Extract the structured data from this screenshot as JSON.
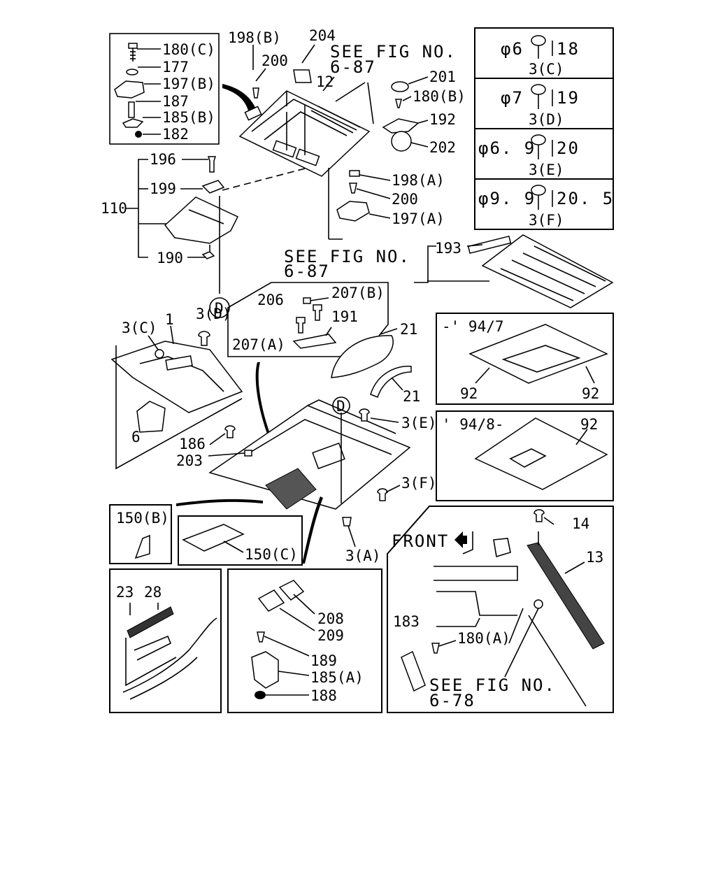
{
  "colors": {
    "ink": "#000000",
    "paper": "#ffffff"
  },
  "refs": {
    "fig_6_87_a": "SEE FIG NO.",
    "fig_6_87_a_num": "6-87",
    "fig_6_87_b": "SEE FIG NO.",
    "fig_6_87_b_num": "6-87",
    "fig_6_78": "SEE FIG NO.",
    "fig_6_78_num": "6-78",
    "front": "FRONT"
  },
  "callouts": {
    "c180C": "180(C)",
    "c177": "177",
    "c197B": "197(B)",
    "c187": "187",
    "c185B": "185(B)",
    "c182": "182",
    "c198B": "198(B)",
    "c204": "204",
    "c200a": "200",
    "c12": "12",
    "c201": "201",
    "c180B": "180(B)",
    "c192": "192",
    "c202": "202",
    "c198A": "198(A)",
    "c200b": "200",
    "c197A": "197(A)",
    "c196": "196",
    "c199": "199",
    "c110": "110",
    "c190": "190",
    "cD1": "D",
    "cD2": "D",
    "c193": "193",
    "c206": "206",
    "c207B": "207(B)",
    "c191": "191",
    "c207A": "207(A)",
    "c3C": "3(C)",
    "c1": "1",
    "c3D": "3(D)",
    "c6": "6",
    "c21a": "21",
    "c21b": "21",
    "c186": "186",
    "c203": "203",
    "c3E": "3(E)",
    "c3F": "3(F)",
    "c3A": "3(A)",
    "c150B": "150(B)",
    "c150C": "150(C)",
    "c23": "23",
    "c28": "28",
    "c208": "208",
    "c209": "209",
    "c189": "189",
    "c185A": "185(A)",
    "c188": "188",
    "c14": "14",
    "c13": "13",
    "c183": "183",
    "c180A": "180(A)",
    "c92a": "92",
    "c92b": "92",
    "c92c": "92"
  },
  "fastener_table": [
    {
      "dia": "φ6",
      "len": "18",
      "code": "3(C)"
    },
    {
      "dia": "φ7",
      "len": "19",
      "code": "3(D)"
    },
    {
      "dia": "φ6. 9",
      "len": "20",
      "code": "3(E)"
    },
    {
      "dia": "φ9. 9",
      "len": "20. 5",
      "code": "3(F)"
    }
  ],
  "date_ranges": {
    "until": "-' 94/7",
    "from": "' 94/8-"
  }
}
